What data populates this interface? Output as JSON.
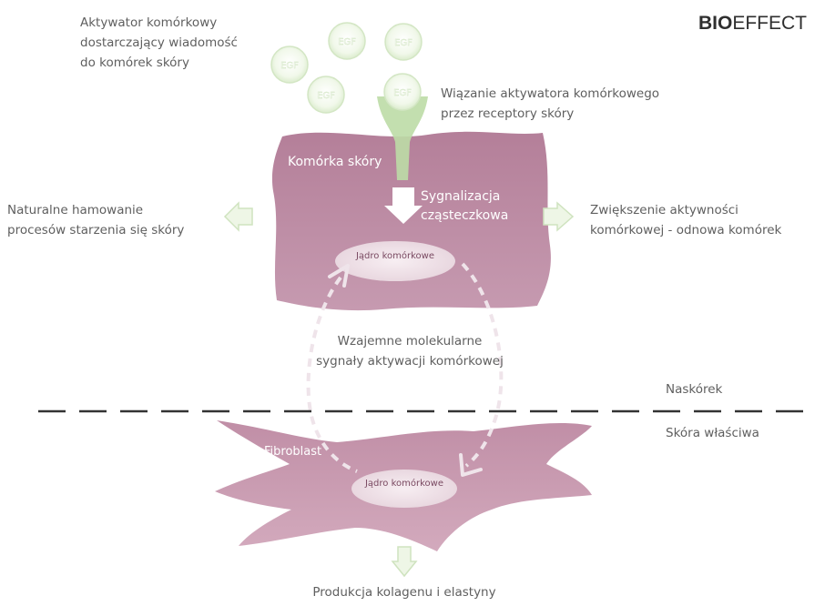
{
  "brand": {
    "bold": "BIO",
    "light": "EFFECT"
  },
  "labels": {
    "activator": [
      "Aktywator komórkowy",
      "dostarczający wiadomość",
      "do komórek skóry"
    ],
    "binding": [
      "Wiązanie aktywatora komórkowego",
      "przez receptory skóry"
    ],
    "skin_cell": "Komórka skóry",
    "signaling": [
      "Sygnalizacja",
      "cząsteczkowa"
    ],
    "natural_inhibition": [
      "Naturalne hamowanie",
      "procesów starzenia się skóry"
    ],
    "increase_activity": [
      "Zwiększenie aktywności",
      "komórkowej - odnowa komórek"
    ],
    "nucleus_top": "Jądro komórkowe",
    "mutual": [
      "Wzajemne molekularne",
      "sygnały aktywacji komórkowej"
    ],
    "epidermis": "Naskórek",
    "dermis": "Skóra właściwa",
    "fibroblast": "Fibroblast",
    "nucleus_bottom": "Jądro komórkowe",
    "production": "Produkcja kolagenu i elastyny"
  },
  "egf_label": "EGF",
  "colors": {
    "cell": "#b8859d",
    "fibroblast": "#c596ab",
    "egf_fill": "#eef6e6",
    "egf_stroke": "#cfe3bf",
    "receptor": "#bcdca6",
    "arrow_fill": "#eef6e6",
    "arrow_stroke": "#cfe3bf",
    "text": "#5f5f5f",
    "dash": "#333333"
  }
}
